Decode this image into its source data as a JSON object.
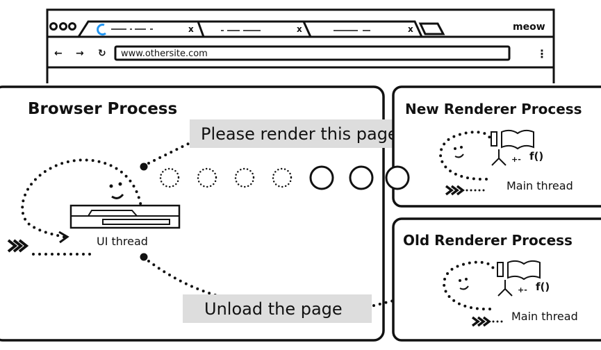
{
  "browser_window": {
    "profile_name": "meow",
    "url": "www.othersite.com",
    "tabs": [
      {
        "close_label": "x",
        "loading": true
      },
      {
        "close_label": "x"
      },
      {
        "close_label": "x"
      }
    ]
  },
  "browser_process": {
    "title": "Browser Process",
    "thread_label": "UI thread"
  },
  "messages": {
    "render_request": "Please render this page",
    "unload_request": "Unload the page"
  },
  "new_renderer": {
    "title": "New Renderer Process",
    "thread_label": "Main thread",
    "formula": "f()"
  },
  "old_renderer": {
    "title": "Old Renderer Process",
    "thread_label": "Main thread",
    "formula": "f()"
  },
  "colors": {
    "stroke": "#111111",
    "label_bg": "#dddddd",
    "spinner": "#2196f3"
  }
}
